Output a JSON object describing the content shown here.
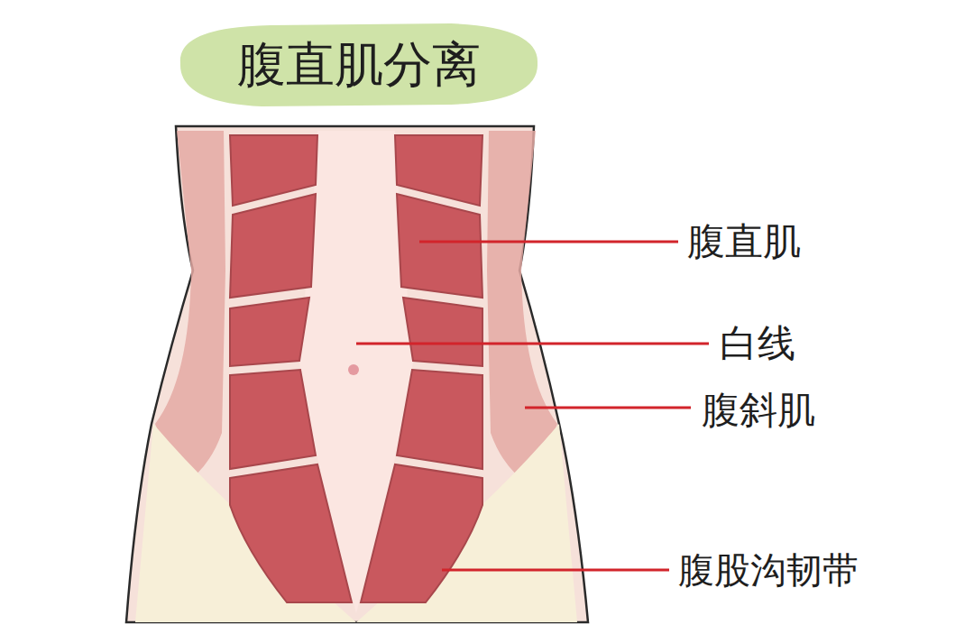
{
  "diagram": {
    "title": "腹直肌分离",
    "labels": [
      "腹直肌",
      "白线",
      "腹斜肌",
      "腹股沟韧带"
    ]
  }
}
